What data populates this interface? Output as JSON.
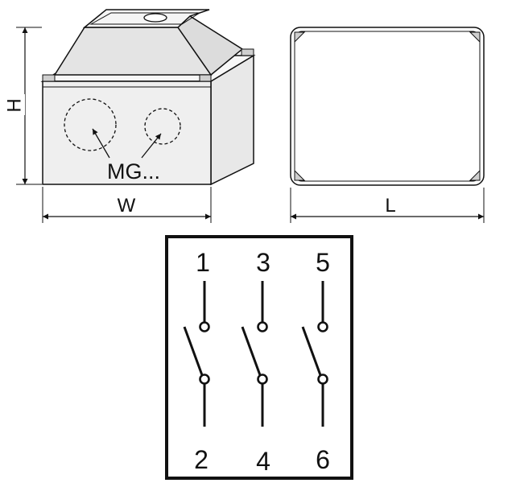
{
  "enclosure": {
    "dim_height": "H",
    "dim_width": "W",
    "dim_length": "L",
    "gland_label": "MG..."
  },
  "schematic": {
    "terminals_top": [
      "1",
      "3",
      "5"
    ],
    "terminals_bottom": [
      "2",
      "4",
      "6"
    ],
    "poles": 3,
    "state": "open"
  },
  "colors": {
    "stroke": "#111111",
    "box_face": "#efefef",
    "box_top": "#f7f7f7"
  }
}
